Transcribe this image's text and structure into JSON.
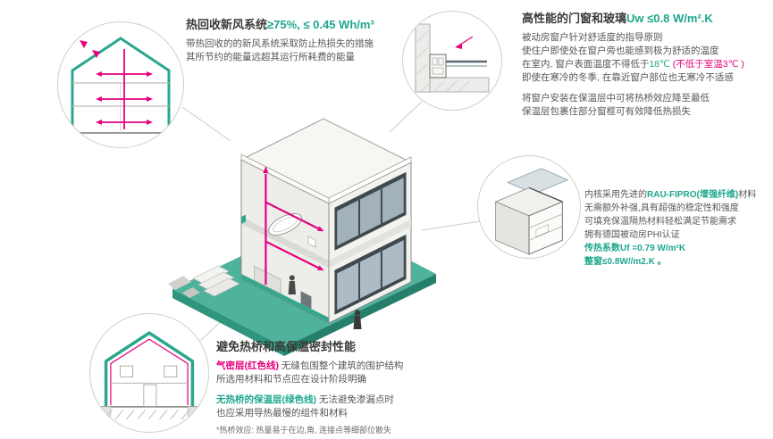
{
  "colors": {
    "teal": "#1ea78c",
    "teal_fill": "#4fb29a",
    "pink": "#e6007e",
    "text_dark": "#3a3a38",
    "text_gray": "#575756"
  },
  "sections": {
    "hrv": {
      "title": "热回收新风系统",
      "title_value": "≥75%, ≤ 0.45 Wh/m³",
      "lines": [
        "带热回收的的新风系统采取防止热损失的措施",
        "其所节约的能量远超其运行所耗费的能量"
      ]
    },
    "windows": {
      "title": "高性能的门窗和玻璃",
      "title_value": "Uw ≤0.8 W/m².K",
      "p1_l1": "被动房窗户针对舒适度的指导原则",
      "p1_l2": "使住户即使处在窗户旁也能感到极为舒适的温度",
      "p1_l3_a": "在室内, 窗户表面温度不得低于",
      "p1_l3_b": "18℃",
      "p1_l3_c": " (不低于室温3℃ )",
      "p1_l4": "即使在寒冷的冬季, 在靠近窗户部位也无寒冷不适感",
      "p2_l1": "将窗户安装在保温层中可将热桥效应降至最低",
      "p2_l2": "保温层包裹住部分窗框可有效降低热损失"
    },
    "profile": {
      "l1_a": "内核采用先进的",
      "l1_b": "RAU-FIPRO(增强纤维)",
      "l1_c": "材料",
      "l2": "无需额外补强,具有超强的稳定性和强度",
      "l3": "可填充保温隔热材料轻松满足节能需求",
      "l4": "拥有德国被动房PHI认证",
      "l5": "传热系数Uf =0.79 W/m²K",
      "l6": "整窗≤0.8W//m2.K 。"
    },
    "thermal": {
      "title": "避免热桥和高保温密封性能",
      "p1_label": "气密层(红色线)",
      "p1_rest": " 无缝包围整个建筑的围护结构",
      "p1_l2": "所选用材料和节点应在设计阶段明确",
      "p2_label": "无热桥的保温层(绿色线)",
      "p2_rest": " 无法避免渗漏点时",
      "p2_l2": "也应采用导热最慢的组件和材料",
      "footnote": "*热桥效应: 热量易于在边,角, 连接点等细部位散失"
    }
  }
}
